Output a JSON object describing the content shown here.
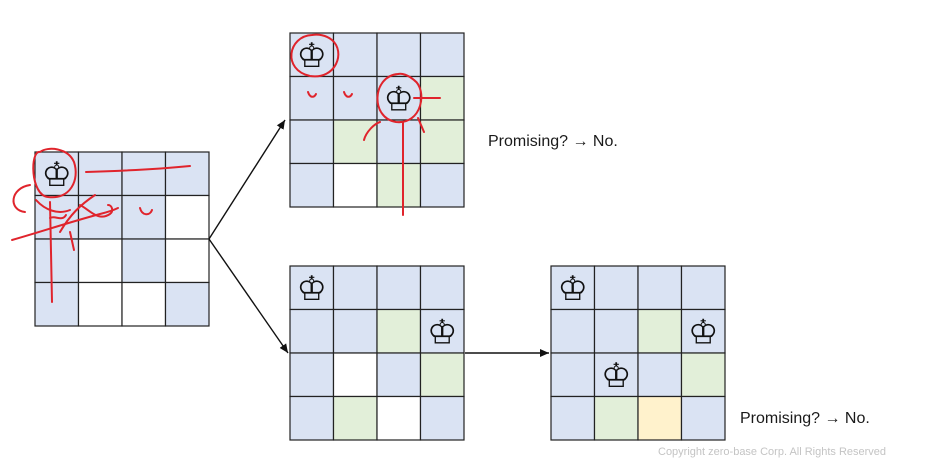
{
  "colors": {
    "blue": "#dae3f3",
    "green": "#e2efd9",
    "yellow": "#fff2cc",
    "white": "#ffffff",
    "ink": "#e0242c",
    "grid_line": "#222222"
  },
  "piece_icon": "chess-king-icon",
  "boards": [
    {
      "id": "initial",
      "cells": [
        [
          "blue",
          "blue",
          "blue",
          "blue"
        ],
        [
          "blue",
          "blue",
          "blue",
          "white"
        ],
        [
          "blue",
          "white",
          "blue",
          "white"
        ],
        [
          "blue",
          "white",
          "white",
          "blue"
        ]
      ],
      "kings": [
        [
          0,
          0
        ]
      ]
    },
    {
      "id": "branch-a",
      "cells": [
        [
          "blue",
          "blue",
          "blue",
          "blue"
        ],
        [
          "blue",
          "blue",
          "blue",
          "green"
        ],
        [
          "blue",
          "green",
          "blue",
          "green"
        ],
        [
          "blue",
          "white",
          "green",
          "blue"
        ]
      ],
      "kings": [
        [
          0,
          0
        ],
        [
          1,
          2
        ]
      ]
    },
    {
      "id": "branch-b",
      "cells": [
        [
          "blue",
          "blue",
          "blue",
          "blue"
        ],
        [
          "blue",
          "blue",
          "green",
          "blue"
        ],
        [
          "blue",
          "white",
          "blue",
          "green"
        ],
        [
          "blue",
          "green",
          "white",
          "blue"
        ]
      ],
      "kings": [
        [
          0,
          0
        ],
        [
          1,
          3
        ]
      ]
    },
    {
      "id": "branch-b-next",
      "cells": [
        [
          "blue",
          "blue",
          "blue",
          "blue"
        ],
        [
          "blue",
          "blue",
          "green",
          "blue"
        ],
        [
          "blue",
          "blue",
          "blue",
          "green"
        ],
        [
          "blue",
          "green",
          "yellow",
          "blue"
        ]
      ],
      "kings": [
        [
          0,
          0
        ],
        [
          1,
          3
        ],
        [
          2,
          1
        ]
      ]
    }
  ],
  "labels": {
    "promising_a": "Promising? → No.",
    "promising_b": "Promising? → No.",
    "copyright": "Copyright zero-base Corp. All Rights Reserved"
  }
}
